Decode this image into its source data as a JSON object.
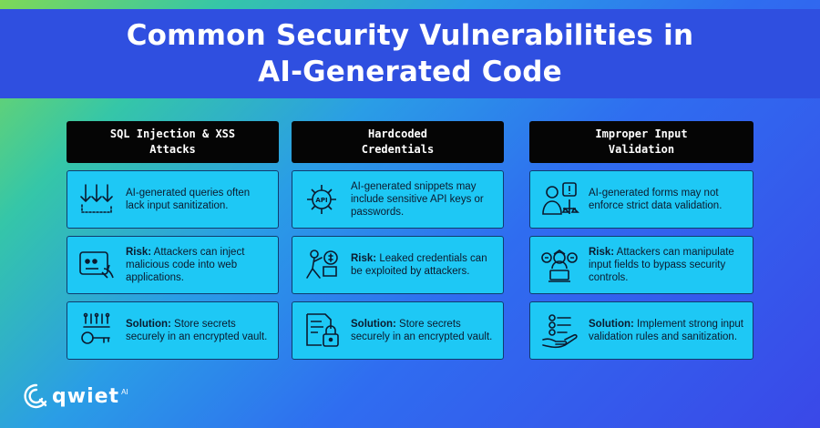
{
  "header": {
    "title_line1": "Common Security Vulnerabilities in",
    "title_line2": "AI-Generated Code"
  },
  "columns": [
    {
      "heading_line1": "SQL Injection & XSS",
      "heading_line2": "Attacks",
      "cards": [
        {
          "icon": "arrows-down-icon",
          "label": "",
          "text": "AI-generated queries often lack input sanitization."
        },
        {
          "icon": "malicious-code-icon",
          "label": "Risk:",
          "text": " Attackers can inject malicious code into web applications."
        },
        {
          "icon": "key-circuit-icon",
          "label": "Solution:",
          "text": " Store secrets securely in an encrypted vault."
        }
      ]
    },
    {
      "heading_line1": "Hardcoded",
      "heading_line2": "Credentials",
      "cards": [
        {
          "icon": "api-gear-icon",
          "label": "",
          "text": "AI-generated snippets may include sensitive API keys or passwords."
        },
        {
          "icon": "thief-icon",
          "label": "Risk:",
          "text": " Leaked credentials can be exploited by attackers."
        },
        {
          "icon": "document-lock-icon",
          "label": "Solution:",
          "text": " Store secrets securely in an encrypted vault."
        }
      ]
    },
    {
      "heading_line1": "Improper Input",
      "heading_line2": "Validation",
      "cards": [
        {
          "icon": "user-scale-icon",
          "label": "",
          "text": "AI-generated forms may not enforce strict data validation."
        },
        {
          "icon": "hacker-locks-icon",
          "label": "Risk:",
          "text": " Attackers can manipulate input fields to bypass security controls."
        },
        {
          "icon": "hand-gears-icon",
          "label": "Solution:",
          "text": " Implement strong input validation rules and sanitization."
        }
      ]
    }
  ],
  "logo": {
    "word": "qwiet",
    "suffix": "AI"
  },
  "colors": {
    "card_fill": "#1ec8f5",
    "heading_fill": "#050505",
    "title_band": "#2f4fe0"
  }
}
